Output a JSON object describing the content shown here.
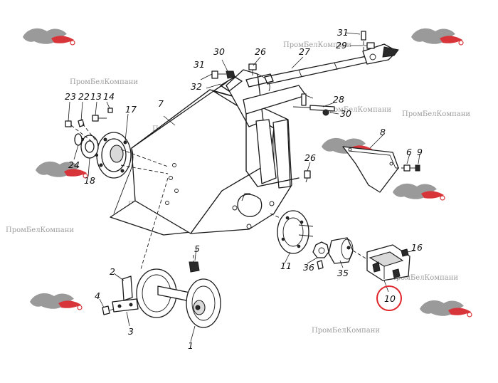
{
  "watermark_text": "ПромБелКомпани",
  "callouts": [
    "1",
    "2",
    "3",
    "4",
    "5",
    "6",
    "7",
    "8",
    "9",
    "10",
    "11",
    "13",
    "14",
    "16",
    "17",
    "18",
    "22",
    "23",
    "24",
    "26",
    "27",
    "28",
    "29",
    "30",
    "31",
    "32",
    "35",
    "36"
  ],
  "highlight": {
    "label": "10",
    "color": "#e0262b"
  },
  "colors": {
    "line": "#1a1a1a",
    "watermark": "#8c8c8c",
    "logo_red": "#d8353a"
  }
}
